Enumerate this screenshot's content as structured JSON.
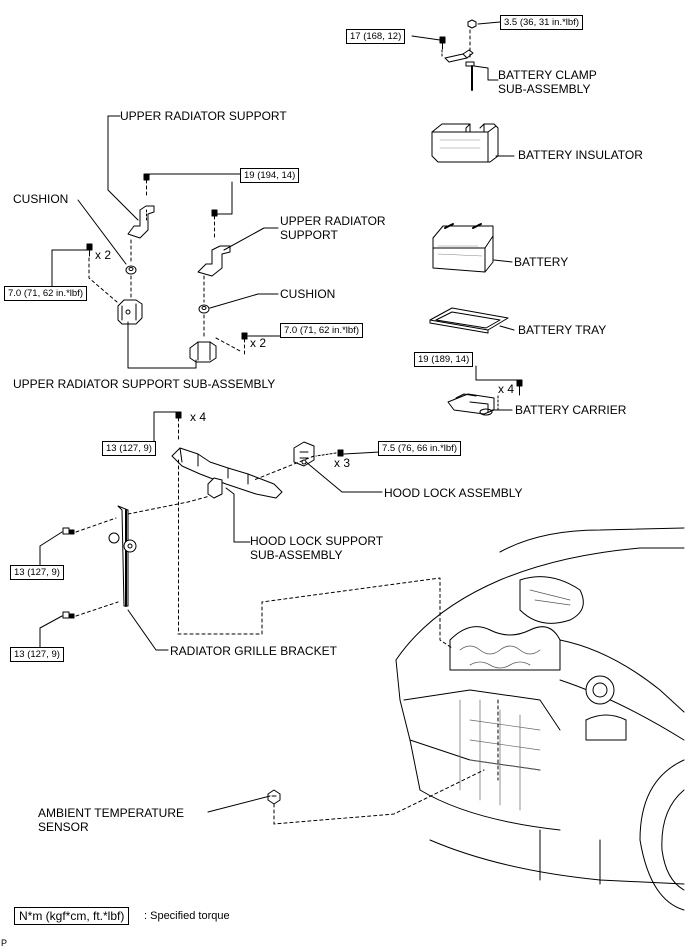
{
  "labels": {
    "battery_clamp": "BATTERY CLAMP",
    "battery_clamp_2": "SUB-ASSEMBLY",
    "battery_insulator": "BATTERY INSULATOR",
    "battery": "BATTERY",
    "battery_tray": "BATTERY TRAY",
    "battery_carrier": "BATTERY CARRIER",
    "upper_radiator_support_1": "UPPER RADIATOR SUPPORT",
    "upper_radiator_support_2a": "UPPER RADIATOR",
    "upper_radiator_support_2b": "SUPPORT",
    "cushion_1": "CUSHION",
    "cushion_2": "CUSHION",
    "upper_radiator_support_sub": "UPPER RADIATOR SUPPORT SUB-ASSEMBLY",
    "hood_lock_assembly": "HOOD LOCK ASSEMBLY",
    "hood_lock_support_1": "HOOD LOCK SUPPORT",
    "hood_lock_support_2": "SUB-ASSEMBLY",
    "radiator_grille_bracket": "RADIATOR GRILLE BRACKET",
    "ambient_temp_1": "AMBIENT TEMPERATURE",
    "ambient_temp_2": "SENSOR"
  },
  "torques": {
    "battery_clamp_nut": "3.5 (36, 31 in.*lbf)",
    "battery_clamp_bolt": "17 (168, 12)",
    "upper_support_bolt": "19 (194, 14)",
    "left_sub_bolts": "7.0 (71, 62 in.*lbf)",
    "right_sub_bolts": "7.0 (71, 62 in.*lbf)",
    "battery_carrier_bolts": "19 (189, 14)",
    "hood_lock_support_bolts": "13 (127, 9)",
    "hood_lock_bolts": "7.5 (76, 66 in.*lbf)",
    "grille_bracket_upper": "13 (127, 9)",
    "grille_bracket_lower": "13 (127, 9)"
  },
  "multipliers": {
    "left_sub": "x 2",
    "right_sub": "x 2",
    "battery_carrier": "x 4",
    "hood_lock_support": "x 4",
    "hood_lock": "x 3"
  },
  "legend": {
    "unit": "N*m (kgf*cm, ft.*lbf)",
    "meaning": ": Specified torque"
  },
  "footer": {
    "mark": "P"
  }
}
